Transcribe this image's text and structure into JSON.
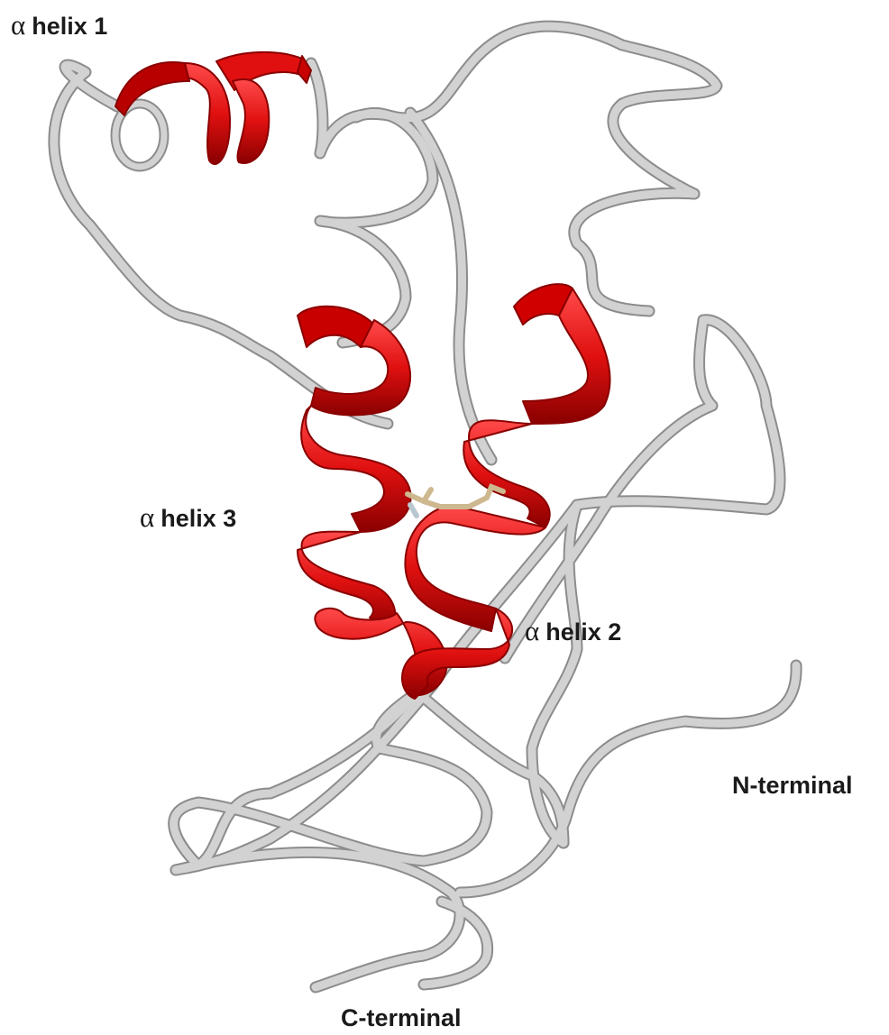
{
  "labels": {
    "helix1": {
      "greek": "α",
      "text": "helix 1"
    },
    "helix2": {
      "greek": "α",
      "text": "helix 2"
    },
    "helix3": {
      "greek": "α",
      "text": "helix 3"
    },
    "n_terminal": "N-terminal",
    "c_terminal": "C-terminal"
  },
  "colors": {
    "helix": "#e01010",
    "helix_dark": "#8a0000",
    "coil": "#c8c8c8",
    "coil_dark": "#8c8c8c",
    "disulfide": "#d9c7a1",
    "background": "#ffffff"
  }
}
